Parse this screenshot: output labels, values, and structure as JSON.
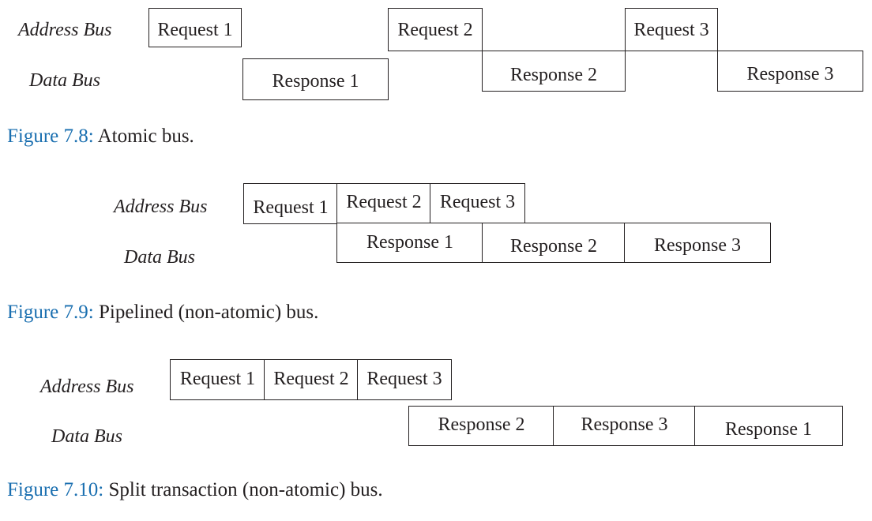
{
  "figure1": {
    "address_label": "Address Bus",
    "data_label": "Data Bus",
    "requests": [
      "Request 1",
      "Request 2",
      "Request 3"
    ],
    "responses": [
      "Response 1",
      "Response 2",
      "Response 3"
    ],
    "caption_number": "Figure 7.8:",
    "caption_text": " Atomic bus."
  },
  "figure2": {
    "address_label": "Address Bus",
    "data_label": "Data Bus",
    "requests": [
      "Request 1",
      "Request 2",
      "Request 3"
    ],
    "responses": [
      "Response 1",
      "Response 2",
      "Response 3"
    ],
    "caption_number": "Figure 7.9:",
    "caption_text": " Pipelined (non-atomic) bus."
  },
  "figure3": {
    "address_label": "Address Bus",
    "data_label": "Data Bus",
    "requests": [
      "Request 1",
      "Request 2",
      "Request 3"
    ],
    "responses": [
      "Response 2",
      "Response 3",
      "Response 1"
    ],
    "caption_number": "Figure 7.10:",
    "caption_text": " Split transaction (non-atomic) bus."
  },
  "colors": {
    "caption_number": "#1a6fb0",
    "text": "#231f20"
  }
}
